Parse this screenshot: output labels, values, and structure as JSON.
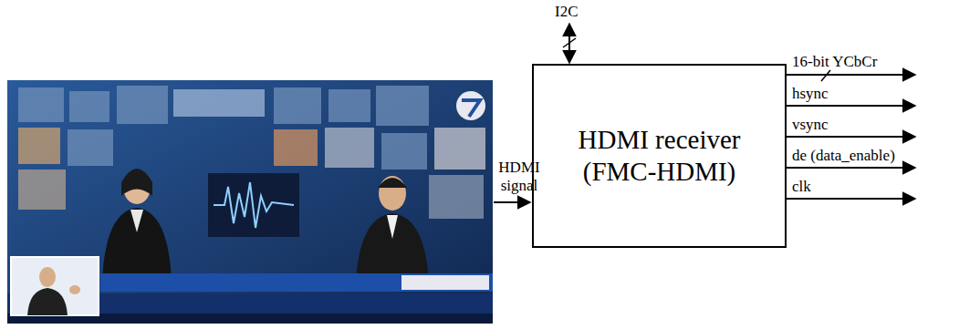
{
  "diagram": {
    "nodes": [
      {
        "text": [
          "HDMI receiver (FMC-HDMI)"
        ]
      }
    ],
    "labels": [
      "I2C",
      "HDMI signal",
      "16-bit YCbCr",
      "hsync",
      "vsync",
      "de (data_enable)",
      "clk"
    ]
  }
}
